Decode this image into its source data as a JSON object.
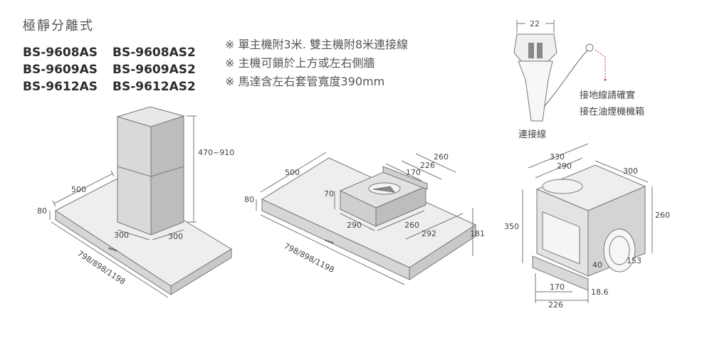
{
  "header": {
    "title": "極靜分離式",
    "models": [
      [
        "BS-9608AS",
        "BS-9608AS2"
      ],
      [
        "BS-9609AS",
        "BS-9609AS2"
      ],
      [
        "BS-9612AS",
        "BS-9612AS2"
      ]
    ]
  },
  "notes": [
    "※ 單主機附3米. 雙主機附8米連接線",
    "※ 主機可鎖於上方或左右側牆",
    "※ 馬達含左右套管寬度390mm"
  ],
  "hood": {
    "height": "470~910",
    "depth": "500",
    "thickness": "80",
    "chimney_left": "300",
    "chimney_right": "300",
    "width": "798/898/1198"
  },
  "mount": {
    "top_outer": "260",
    "top_mid": "226",
    "top_inner": "170",
    "depth": "500",
    "thickness": "80",
    "collar": "70",
    "base_left": "290",
    "base_right": "260",
    "base_outer": "292",
    "side_height": "181",
    "width": "798/898/1198"
  },
  "cable": {
    "width": "22",
    "label": "連接線",
    "ground_note_1": "接地線請確實",
    "ground_note_2": "接在油煙機機箱"
  },
  "motor": {
    "top_outer": "330",
    "top_inner": "290",
    "depth": "300",
    "height": "350",
    "side_height": "260",
    "duct_inner": "40",
    "duct_outer": "153",
    "bottom_inner": "170",
    "bottom_outer": "226",
    "bottom_offset": "18.6"
  }
}
